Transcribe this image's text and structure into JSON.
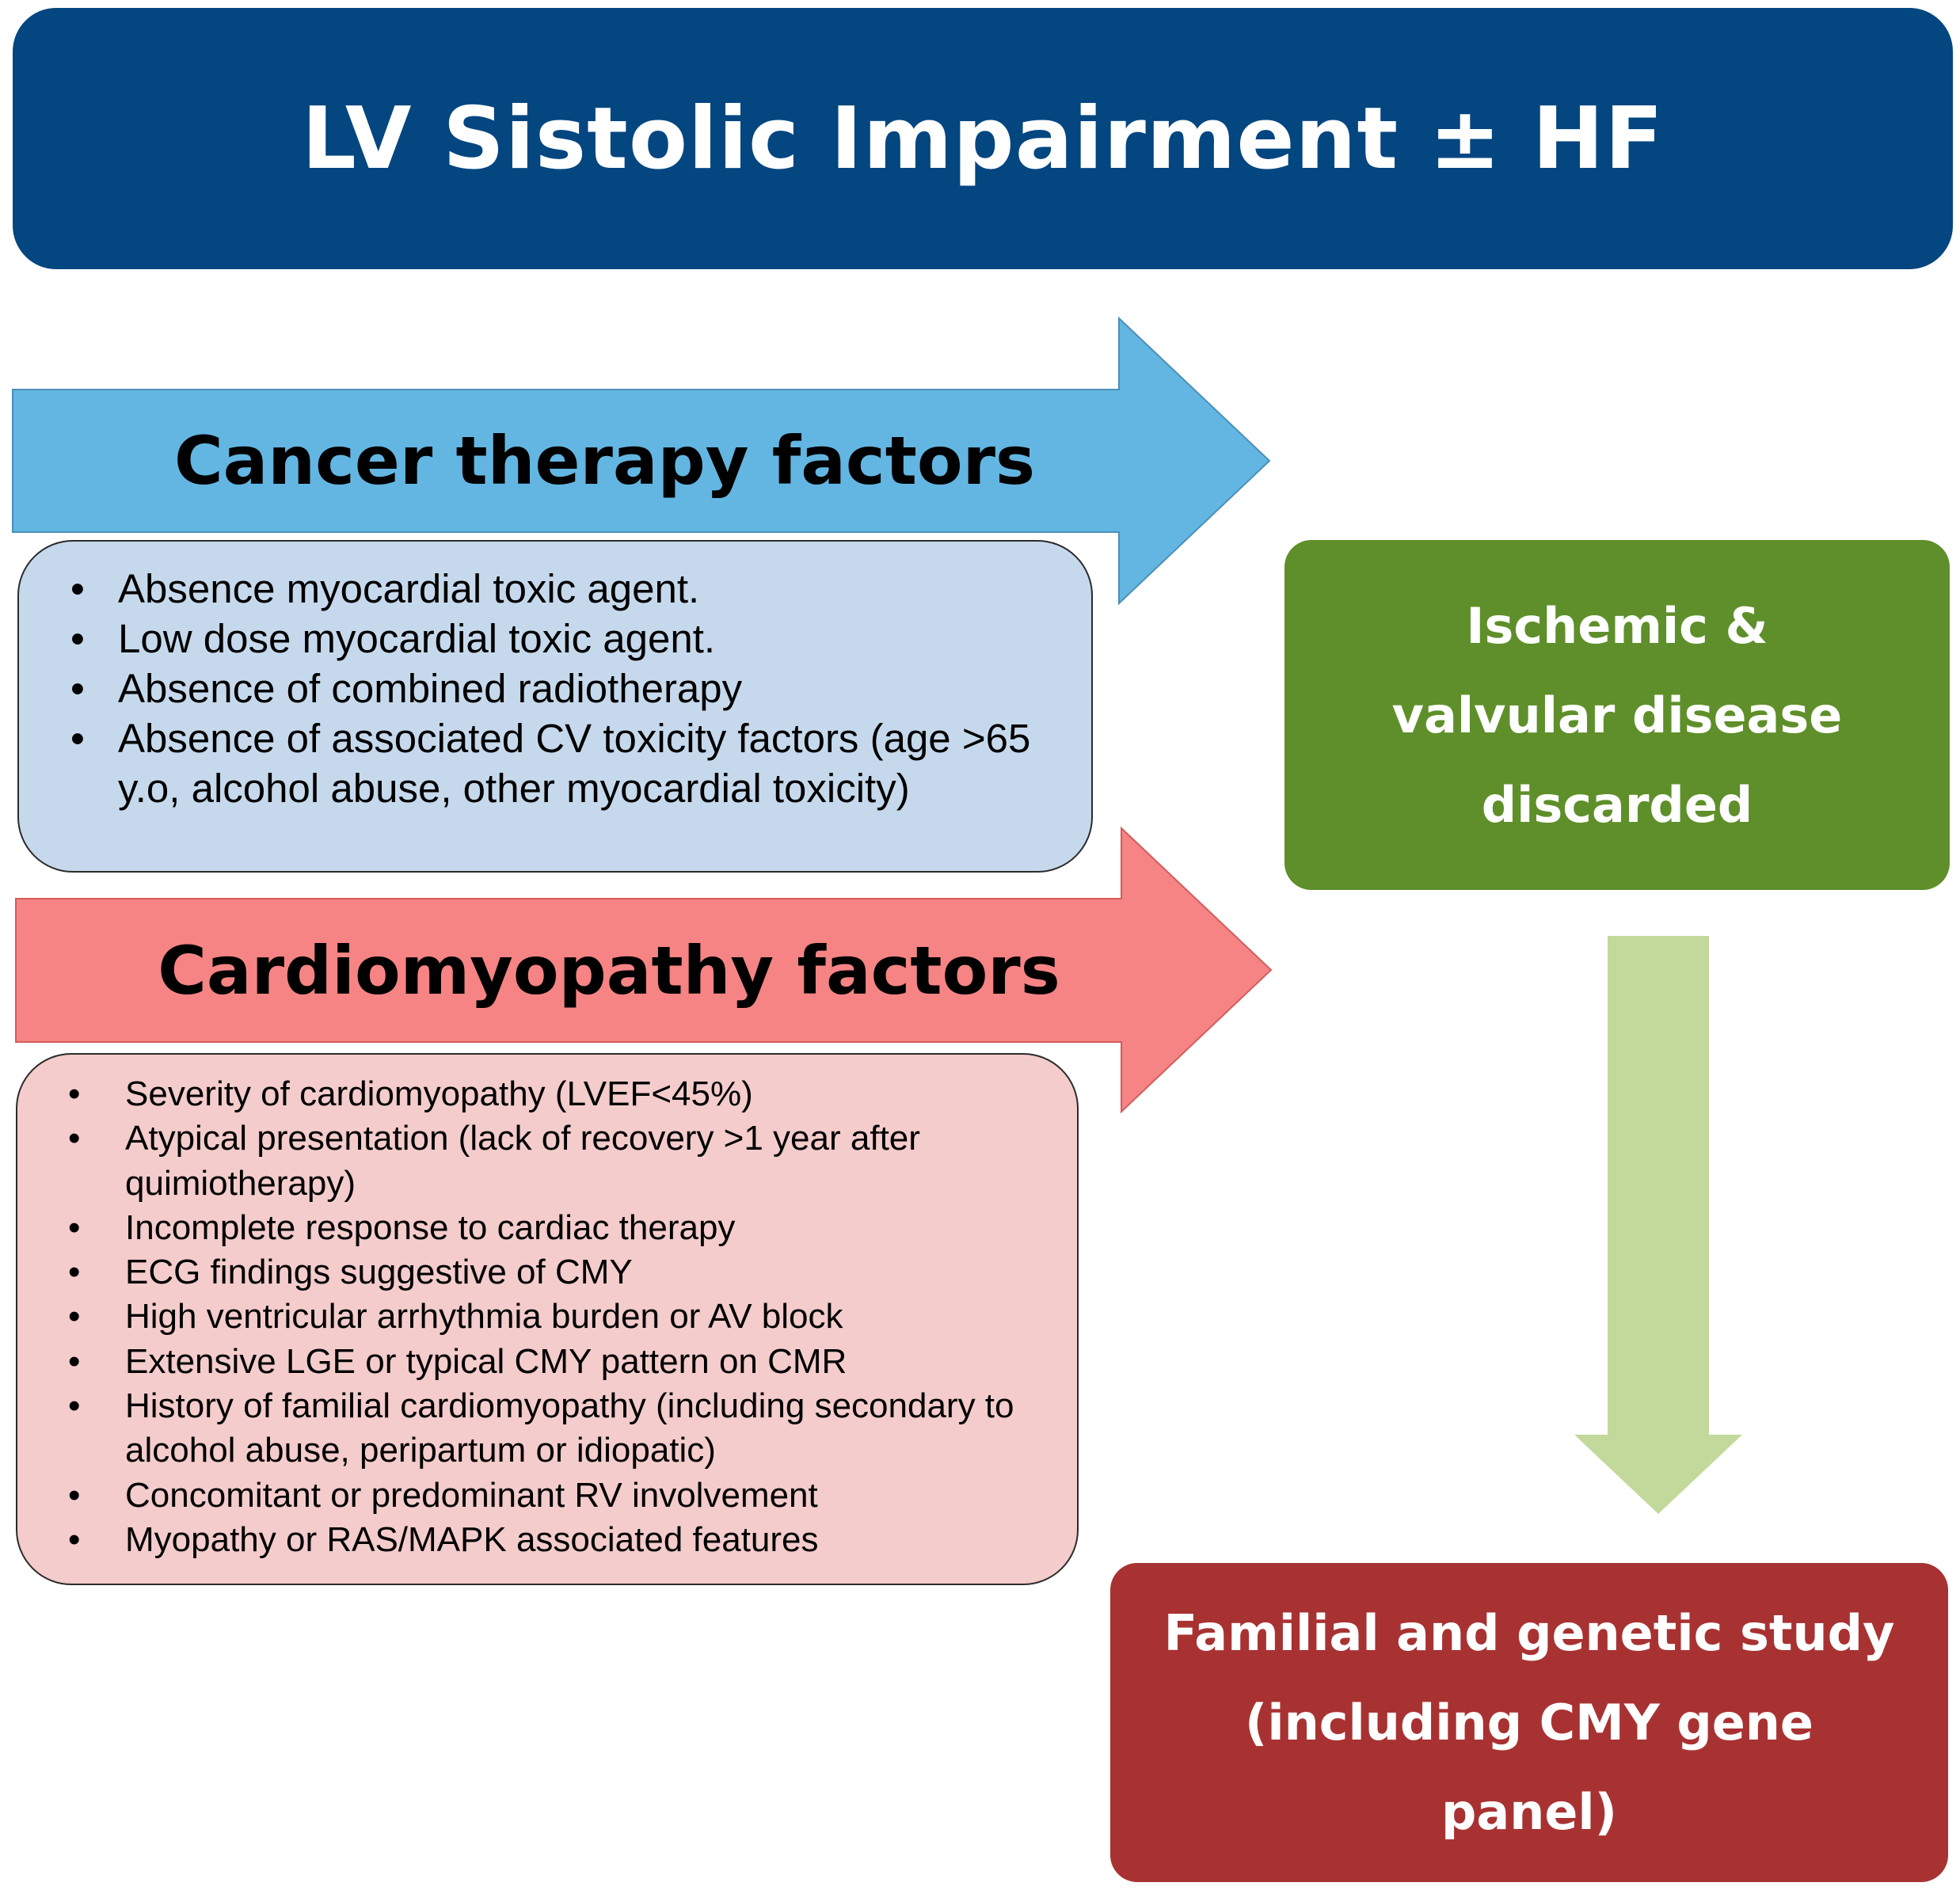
{
  "header": {
    "title": "LV Sistolic Impairment ± HF"
  },
  "cancer": {
    "title": "Cancer therapy factors",
    "items": [
      "Absence myocardial toxic agent.",
      "Low dose myocardial toxic agent.",
      "Absence of combined radiotherapy",
      "Absence of associated CV toxicity factors (age >65 y.o, alcohol abuse, other myocardial toxicity)"
    ]
  },
  "cardiomyopathy": {
    "title": "Cardiomyopathy factors",
    "items": [
      "Severity of cardiomyopathy (LVEF<45%)",
      "Atypical presentation (lack of recovery >1 year after quimiotherapy)",
      "Incomplete response to cardiac therapy",
      "ECG findings suggestive of CMY",
      "High ventricular arrhythmia burden or AV block",
      "Extensive LGE or typical CMY pattern on CMR",
      "History of familial cardiomyopathy (including secondary to alcohol abuse, peripartum or idiopatic)",
      "Concomitant or predominant RV involvement",
      "Myopathy or RAS/MAPK associated features"
    ]
  },
  "ischemic": {
    "text": "Ischemic & valvular disease discarded"
  },
  "genetic": {
    "text": "Familial and genetic study (including CMY gene panel)"
  },
  "colors": {
    "header": "#034680",
    "cancer_arrow": "#63b6e2",
    "cancer_box": "#c6d9ec",
    "cmy_arrow": "#f68484",
    "cmy_box": "#f4cccc",
    "green_box": "#5f8f2a",
    "down_arrow": "#c2d99b",
    "red_box": "#a83232"
  }
}
